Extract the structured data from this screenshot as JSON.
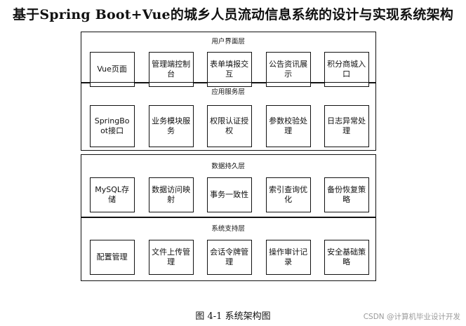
{
  "title": "基于Spring Boot+Vue的城乡人员流动信息系统的设计与实现系统架构",
  "layers": [
    {
      "label": "用户界面层",
      "modules": [
        "Vue页面",
        "管理端控制台",
        "表单填报交互",
        "公告资讯展示",
        "积分商城入口"
      ]
    },
    {
      "label": "应用服务层",
      "modules": [
        "SpringBoot接口",
        "业务模块服务",
        "权限认证授权",
        "参数校验处理",
        "日志异常处理"
      ]
    },
    {
      "label": "数据持久层",
      "modules": [
        "MySQL存储",
        "数据访问映射",
        "事务一致性",
        "索引查询优化",
        "备份恢复策略"
      ]
    },
    {
      "label": "系统支持层",
      "modules": [
        "配置管理",
        "文件上传管理",
        "会话令牌管理",
        "操作审计记录",
        "安全基础策略"
      ]
    }
  ],
  "caption": "图 4-1 系统架构图",
  "watermark": "CSDN @计算机毕业设计开发"
}
